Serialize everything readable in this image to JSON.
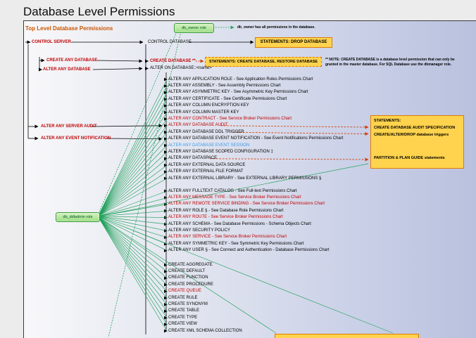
{
  "header": {
    "title": "Database Level Permissions"
  },
  "diagram": {
    "subtitle": "Top Level Database Permissions",
    "db_owner_label": "db_owner role",
    "db_owner_note": "db_owner has all permissions in the database.",
    "control_server": "CONTROL SERVER",
    "control_database": "CONTROL DATABASE",
    "statements_drop": "STATEMENTS: DROP DATABASE",
    "create_any_database": "CREATE ANY DATABASE",
    "alter_any_database": "ALTER ANY DATABASE",
    "create_database": "CREATE DATABASE **",
    "statements_create": "STATEMENTS: CREATE DATABASE, RESTORE DATABASE",
    "note_line1": "** NOTE: CREATE DATABASE is a database level permission that can only be",
    "note_line2": "granted in the master database. For SQL Database use the dbmanager role.",
    "alter_on_database": "ALTER ON DATABASE::<name>",
    "alter_any_server_audit": "ALTER ANY SERVER AUDIT",
    "alter_any_event_notification": "ALTER ANY EVENT NOTIFICATION",
    "db_ddladmin_label": "db_ddladmin role",
    "right_box": {
      "l1": "STATEMENTS:",
      "l2": "CREATE DATABASE AUDIT SPECIFICATION",
      "l3": "CREATE/ALTER/DROP database triggers",
      "l4": "PARTITION & PLAN GUIDE statements"
    },
    "colors": {
      "red_text": "#c00000",
      "blue_text": "#3d9be9",
      "green_line": "#21a15c",
      "red_dash_line": "#d43a00",
      "yellow_box": "#ffd34d",
      "orange_border": "#e07b00",
      "green_box": "#b4e8a2"
    },
    "permissions": [
      {
        "label": "ALTER ANY APPLICATION ROLE - See Application Roles Permissions Chart",
        "group": 0
      },
      {
        "label": "ALTER ANY ASSEMBLY - See Assembly Permissions Chart",
        "group": 0
      },
      {
        "label": "ALTER ANY ASYMMETRIC KEY - See Asymmetric Key Permissions Chart",
        "group": 0
      },
      {
        "label": "ALTER ANY CERTIFICATE - See Certificate Permissions Chart",
        "group": 0
      },
      {
        "label": "ALTER ANY COLUMN ENCRYPTION KEY",
        "group": 0
      },
      {
        "label": "ALTER ANY COLUMN MASTER KEY",
        "group": 0
      },
      {
        "label": "ALTER ANY CONTRACT - See Service Broker Permissions Chart",
        "color": "red",
        "group": 0
      },
      {
        "label": "ALTER ANY DATABASE AUDIT",
        "color": "red",
        "group": 0,
        "dash": true,
        "dash_ty": 181
      },
      {
        "label": "ALTER ANY DATABASE DDL TRIGGER",
        "group": 0,
        "dash": true,
        "dash_ty": 190.5
      },
      {
        "label": "ALTER ANY DATABASE EVENT NOTIFICATION - See Event Notifications Permissions Chart",
        "group": 0
      },
      {
        "label": "ALTER ANY DATABASE EVENT SESSION",
        "color": "blue",
        "group": 0
      },
      {
        "label": "ALTER ANY DATABASE SCOPED CONFIGURATION ‡",
        "group": 0
      },
      {
        "label": "ALTER ANY DATASPACE",
        "group": 0,
        "dash": true,
        "dash_ty": 227
      },
      {
        "label": "ALTER ANY EXTERNAL DATA SOURCE",
        "group": 0
      },
      {
        "label": "ALTER ANY EXTERNAL FILE FORMAT",
        "group": 0
      },
      {
        "label": "ALTER ANY EXTERNAL LIBRARY - See EXTERNAL LIBRARY PERMISSIONS §",
        "group": 0
      },
      {
        "label": "ALTER ANY FULLTEXT CATALOG - See Full-text Permissions Chart",
        "group": 1
      },
      {
        "label": "ALTER ANY MESSAGE TYPE - See Service Broker Permissions Chart",
        "color": "red",
        "group": 1
      },
      {
        "label": "ALTER ANY REMOTE SERVICE BINDING - See Service Broker Permissions Chart",
        "color": "red",
        "group": 1
      },
      {
        "label": "ALTER ANY ROLE § - See Database Role Permissions Chart",
        "group": 1
      },
      {
        "label": "ALTER ANY ROUTE - See Service Broker Permissions Chart",
        "color": "red",
        "group": 1
      },
      {
        "label": "ALTER ANY SCHEMA - See Database Permissions - Schema Objects Chart",
        "group": 1
      },
      {
        "label": "ALTER ANY SECURITY POLICY",
        "group": 1
      },
      {
        "label": "ALTER ANY SERVICE - See Service Broker Permissions Chart",
        "color": "red",
        "group": 1
      },
      {
        "label": "ALTER ANY SYMMETRIC KEY - See Symmetric Key Permissions Chart",
        "group": 1
      },
      {
        "label": "ALTER ANY USER § - See Connect and Authentication - Database Permissions Chart",
        "group": 1
      },
      {
        "label": "CREATE AGGREGATE",
        "group": 2
      },
      {
        "label": "CREATE DEFAULT",
        "group": 2
      },
      {
        "label": "CREATE FUNCTION",
        "group": 2
      },
      {
        "label": "CREATE PROCEDURE",
        "group": 2
      },
      {
        "label": "CREATE QUEUE",
        "color": "red",
        "group": 2
      },
      {
        "label": "CREATE RULE",
        "group": 2
      },
      {
        "label": "CREATE SYNONYM",
        "group": 2
      },
      {
        "label": "CREATE TABLE",
        "group": 2
      },
      {
        "label": "CREATE TYPE",
        "group": 2
      },
      {
        "label": "CREATE VIEW",
        "group": 2
      },
      {
        "label": "CREATE XML SCHEMA COLLECTION",
        "group": 2
      }
    ]
  }
}
